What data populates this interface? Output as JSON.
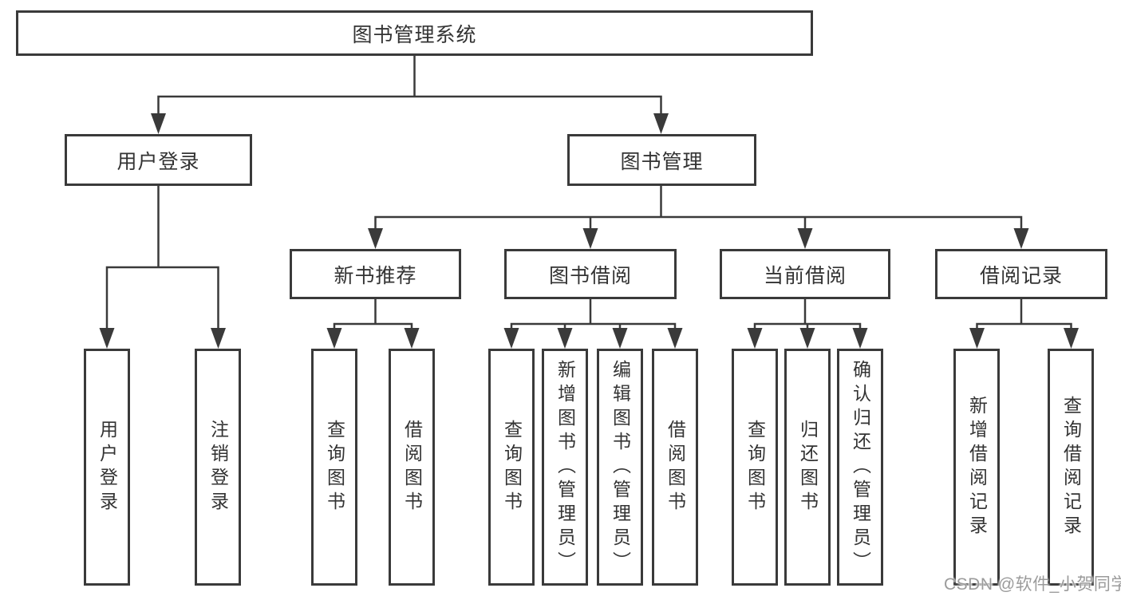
{
  "diagram_title": "图书管理系统",
  "tree": {
    "root": {
      "label": "图书管理系统",
      "children": [
        {
          "label": "用户登录",
          "children": [
            {
              "label": "用户登录"
            },
            {
              "label": "注销登录"
            }
          ]
        },
        {
          "label": "图书管理",
          "children": [
            {
              "label": "新书推荐",
              "children": [
                {
                  "label": "查询图书"
                },
                {
                  "label": "借阅图书"
                }
              ]
            },
            {
              "label": "图书借阅",
              "children": [
                {
                  "label": "查询图书"
                },
                {
                  "label": "新增图书（管理员）"
                },
                {
                  "label": "编辑图书（管理员）"
                },
                {
                  "label": "借阅图书"
                }
              ]
            },
            {
              "label": "当前借阅",
              "children": [
                {
                  "label": "查询图书"
                },
                {
                  "label": "归还图书"
                },
                {
                  "label": "确认归还（管理员）"
                }
              ]
            },
            {
              "label": "借阅记录",
              "children": [
                {
                  "label": "新增借阅记录"
                },
                {
                  "label": "查询借阅记录"
                }
              ]
            }
          ]
        }
      ]
    }
  },
  "watermark": {
    "text": "CSDN @软件_小贺同学"
  },
  "colors": {
    "line": "#3a3a3a",
    "text": "#333333",
    "bg": "#ffffff",
    "watermark": "#9b9b9b"
  }
}
